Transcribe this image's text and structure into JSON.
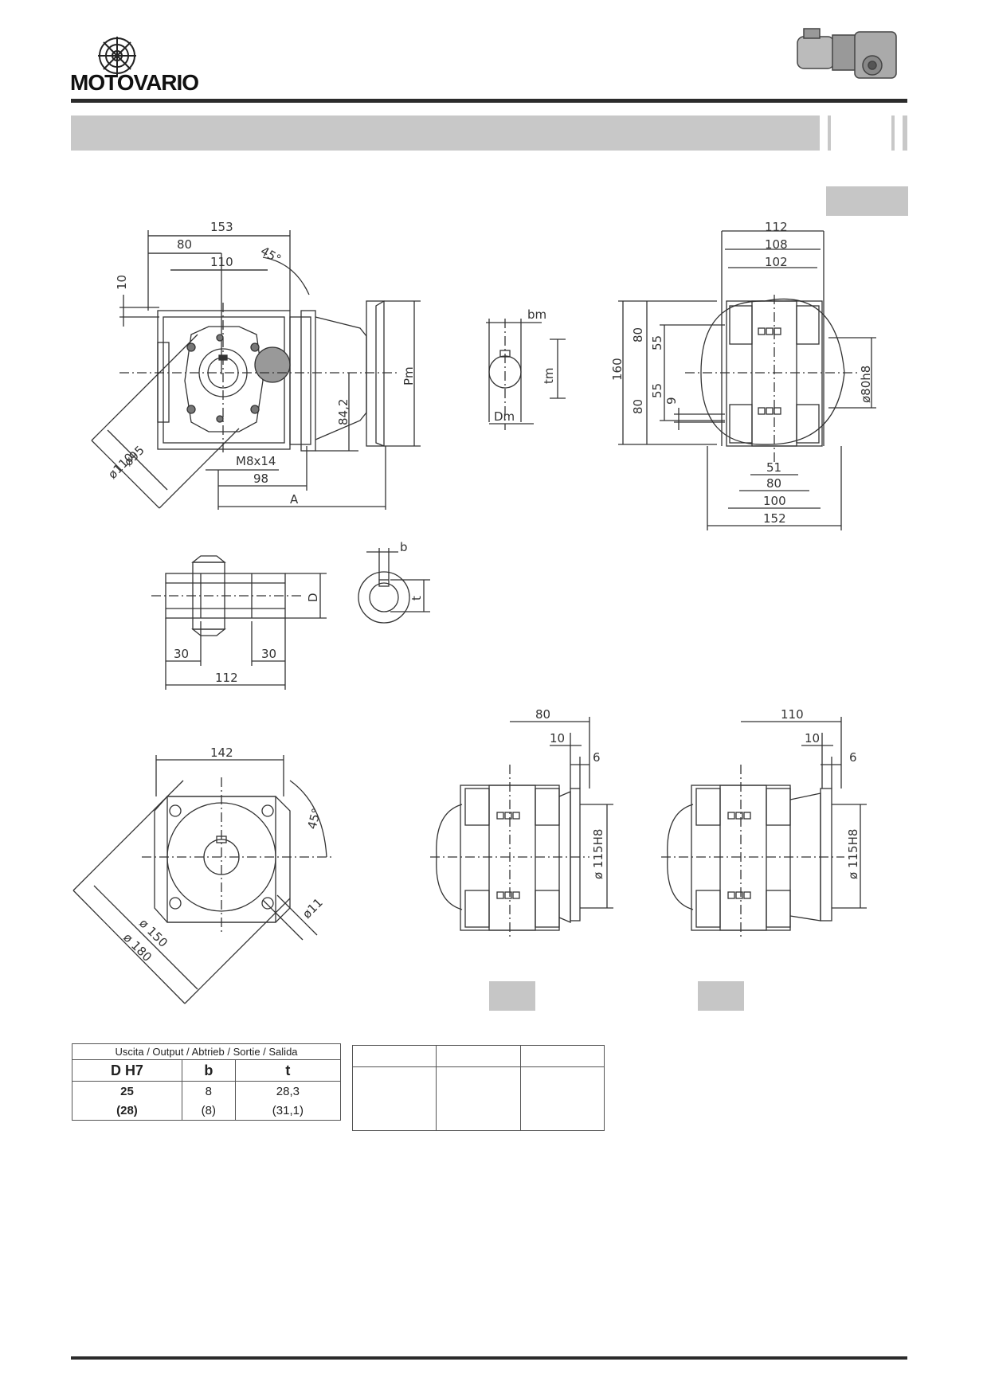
{
  "brand": {
    "name": "MOTOVARIO",
    "logo_icon": "gear-logo-icon",
    "product_icon": "gearmotor-icon"
  },
  "dims": {
    "front": {
      "d153": "153",
      "d80": "80",
      "d110": "110",
      "a45": "45°",
      "d10": "10",
      "d95": "ø95",
      "d110dia": "ø110",
      "thread": "M8x14",
      "d98": "98",
      "dA": "A",
      "d842": "84,2",
      "dPm": "Pm"
    },
    "key_top": {
      "bm": "bm",
      "tm": "tm",
      "Dm": "Dm"
    },
    "side": {
      "d112": "112",
      "d108": "108",
      "d102": "102",
      "d160": "160",
      "d80a": "80",
      "d80b": "80",
      "d55a": "55",
      "d55b": "55",
      "d9": "9",
      "dia80": "ø80h8",
      "d51": "51",
      "d80c": "80",
      "d100": "100",
      "d152": "152"
    },
    "shaft": {
      "D": "D",
      "d30a": "30",
      "d30b": "30",
      "d112": "112",
      "b": "b",
      "t": "t"
    },
    "flange": {
      "d142": "142",
      "a45": "45°",
      "d150": "ø 150",
      "d180": "ø 180",
      "d11": "ø11"
    },
    "view_a": {
      "d80": "80",
      "d10": "10",
      "d6": "6",
      "dia": "ø 115H8"
    },
    "view_b": {
      "d110": "110",
      "d10": "10",
      "d6": "6",
      "dia": "ø 115H8"
    }
  },
  "output_table": {
    "caption": "Uscita / Output / Abtrieb / Sortie / Salida",
    "headers": [
      "D H7",
      "b",
      "t"
    ],
    "rows": [
      [
        "25",
        "8",
        "28,3"
      ],
      [
        "(28)",
        "(8)",
        "(31,1)"
      ]
    ]
  }
}
